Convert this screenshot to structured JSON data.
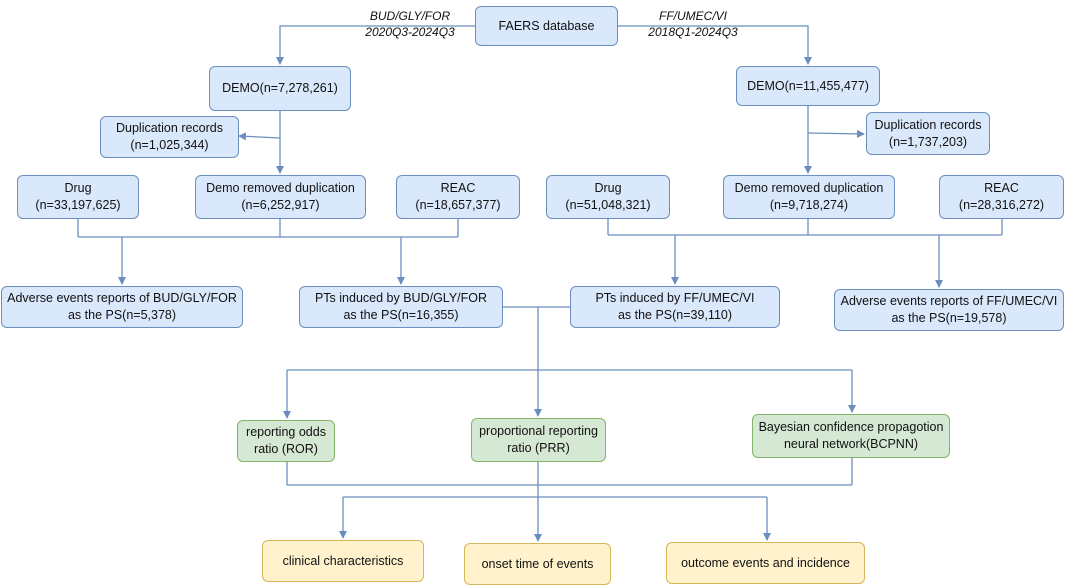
{
  "colors": {
    "connector": "#6c8ebf",
    "blue_fill": "#dae8fc",
    "green_fill": "#d5e8d4",
    "yellow_fill": "#fff2cc"
  },
  "nodes": {
    "faers": "FAERS database",
    "left_period_label": "BUD/GLY/FOR\n2020Q3-2024Q3",
    "right_period_label": "FF/UMEC/VI\n2018Q1-2024Q3",
    "demo_left": "DEMO(n=7,278,261)",
    "demo_right": "DEMO(n=11,455,477)",
    "dup_left": "Duplication records\n(n=1,025,344)",
    "dup_right": "Duplication records\n(n=1,737,203)",
    "drug_left": "Drug\n(n=33,197,625)",
    "demo_removed_left": "Demo removed duplication\n(n=6,252,917)",
    "reac_left": "REAC\n(n=18,657,377)",
    "drug_right": "Drug\n(n=51,048,321)",
    "demo_removed_right": "Demo removed duplication\n(n=9,718,274)",
    "reac_right": "REAC\n(n=28,316,272)",
    "ae_left": "Adverse events reports of BUD/GLY/FOR\nas the PS(n=5,378)",
    "pt_left": "PTs induced by BUD/GLY/FOR\nas the PS(n=16,355)",
    "pt_right": "PTs induced by FF/UMEC/VI\nas the PS(n=39,110)",
    "ae_right": "Adverse events reports of FF/UMEC/VI\nas the PS(n=19,578)",
    "ror": "reporting odds\nratio (ROR)",
    "prr": "proportional reporting\nratio (PRR)",
    "bcpnn": "Bayesian confidence propagotion\nneural network(BCPNN)",
    "clinical": "clinical characteristics",
    "onset": "onset time of events",
    "outcome": "outcome events and incidence"
  }
}
